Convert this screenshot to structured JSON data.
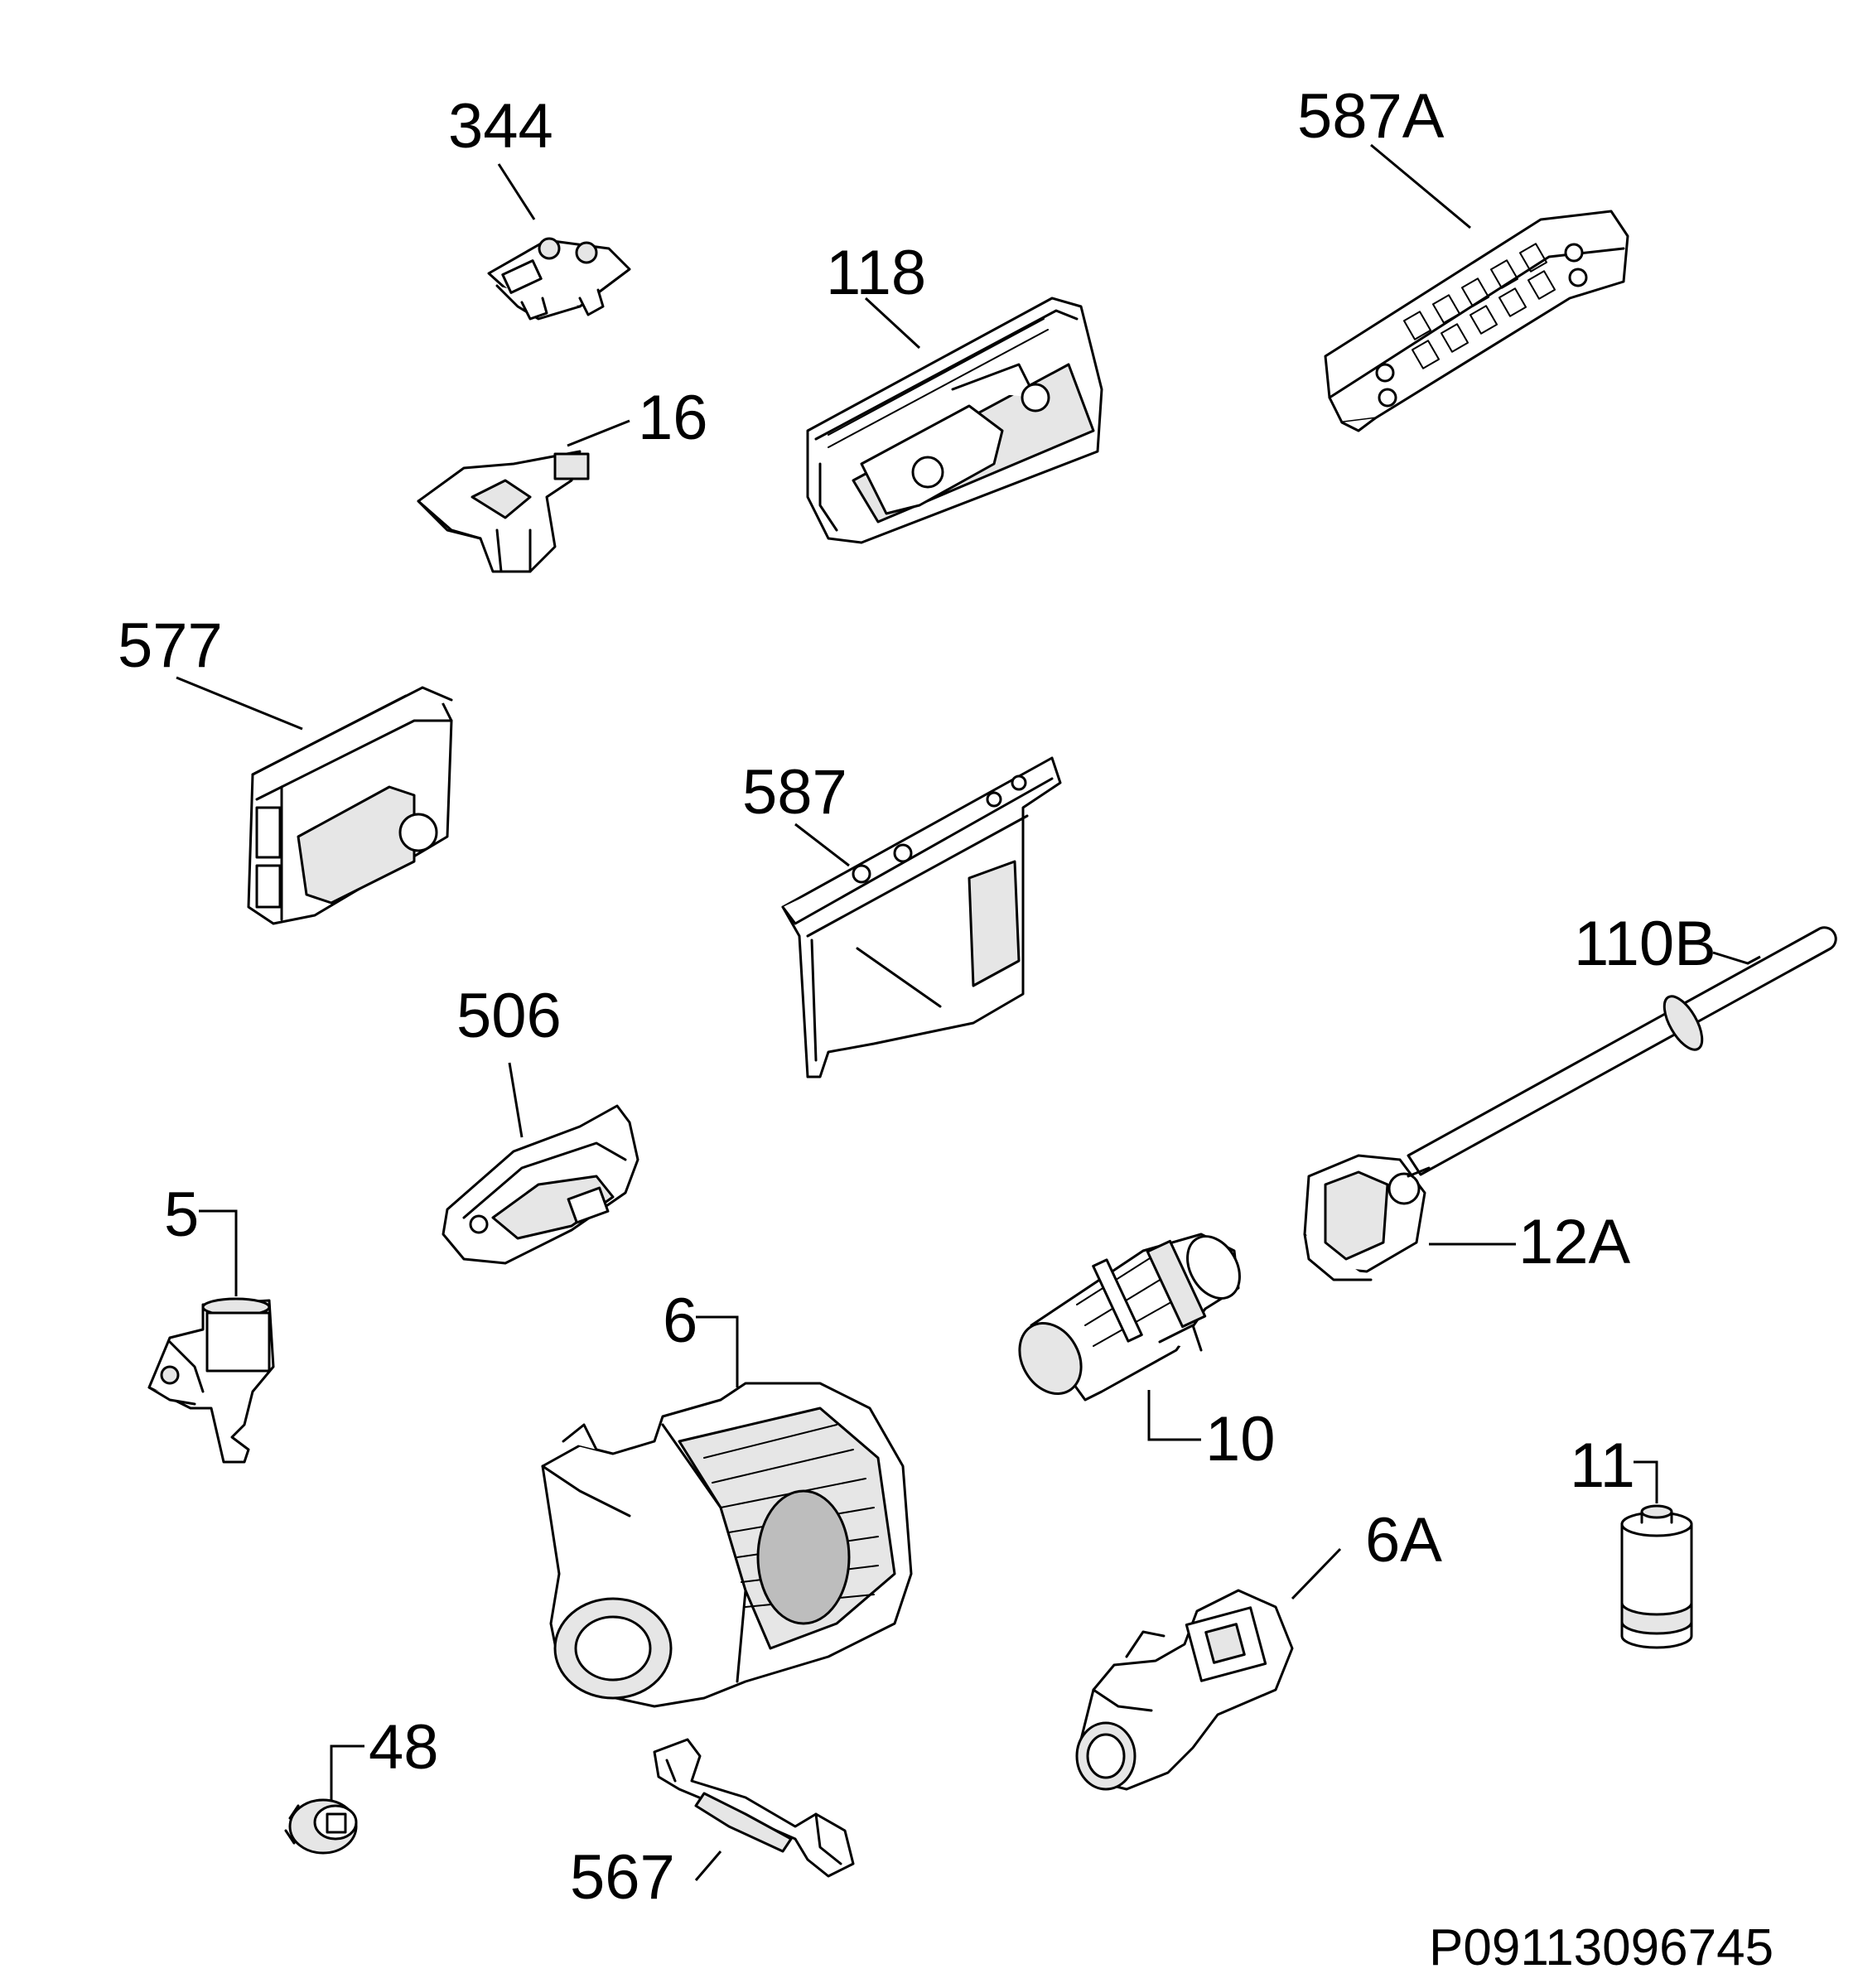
{
  "diagram": {
    "colors": {
      "line": "#000000",
      "background": "#ffffff",
      "shade": "#e6e6e6"
    },
    "callouts": [
      {
        "id": "344",
        "label": "344"
      },
      {
        "id": "587A",
        "label": "587A"
      },
      {
        "id": "118",
        "label": "118"
      },
      {
        "id": "16",
        "label": "16"
      },
      {
        "id": "577",
        "label": "577"
      },
      {
        "id": "587",
        "label": "587"
      },
      {
        "id": "110B",
        "label": "110B"
      },
      {
        "id": "506",
        "label": "506"
      },
      {
        "id": "5",
        "label": "5"
      },
      {
        "id": "12A",
        "label": "12A"
      },
      {
        "id": "6",
        "label": "6"
      },
      {
        "id": "10",
        "label": "10"
      },
      {
        "id": "11",
        "label": "11"
      },
      {
        "id": "6A",
        "label": "6A"
      },
      {
        "id": "48",
        "label": "48"
      },
      {
        "id": "567",
        "label": "567"
      }
    ],
    "document_ref": "P09113096745"
  }
}
